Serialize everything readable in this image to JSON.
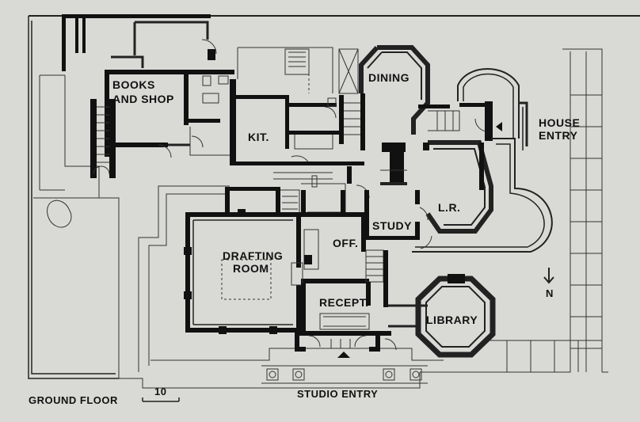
{
  "plan": {
    "rooms": {
      "books_line1": "BOOKS",
      "books_line2": "AND SHOP",
      "kitchen": "KIT.",
      "dining": "DINING",
      "house_entry_line1": "HOUSE",
      "house_entry_line2": "ENTRY",
      "living_room": "L.R.",
      "study": "STUDY",
      "office": "OFF.",
      "drafting_line1": "DRAFTING",
      "drafting_line2": "ROOM",
      "reception": "RECEPT.",
      "library": "LIBRARY"
    },
    "caption": "GROUND FLOOR",
    "scale_label": "10",
    "studio_entry": "STUDIO ENTRY",
    "north_label": "N"
  }
}
